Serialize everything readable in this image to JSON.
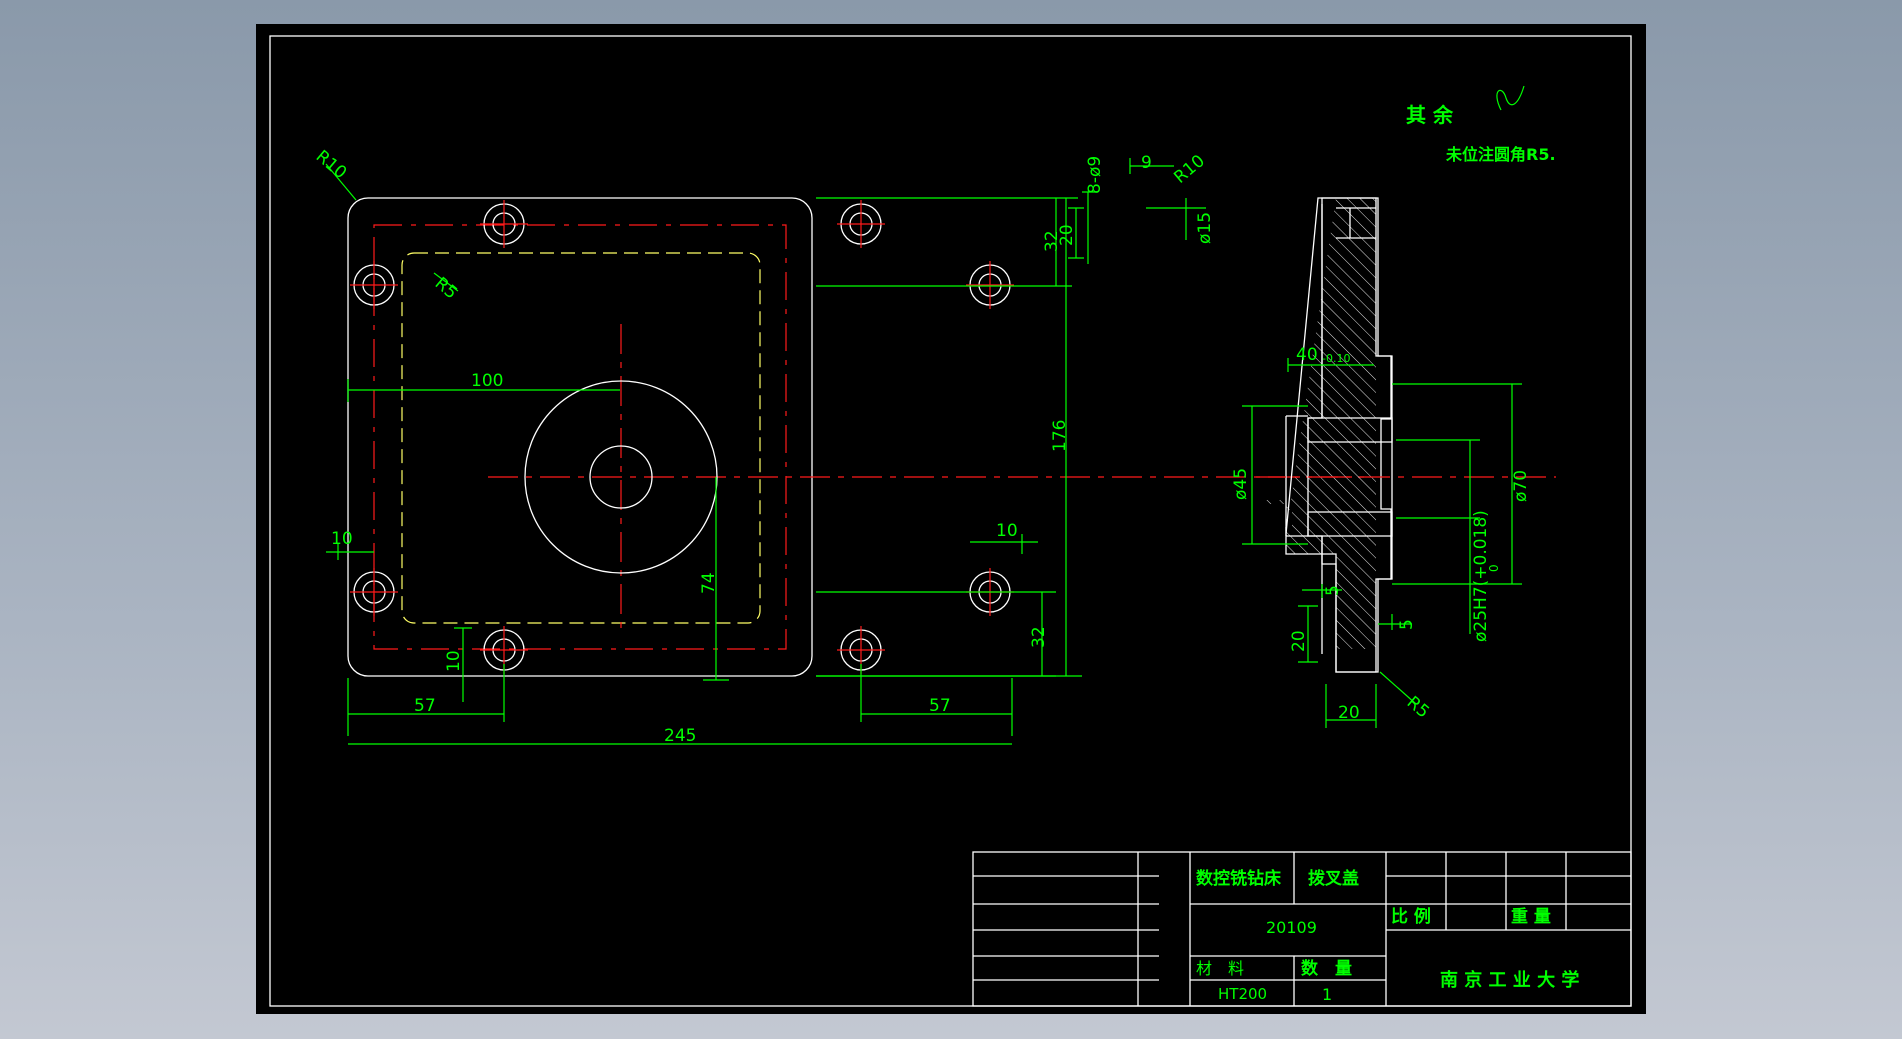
{
  "notes": {
    "surface_rest": "其 余",
    "fillet_note": "未位注圆角R5."
  },
  "front_view": {
    "r10": "R10",
    "r5": "R5",
    "d100": "100",
    "d32_top": "32",
    "d176": "176",
    "d10_left": "10",
    "d10_right": "10",
    "d74": "74",
    "d32_bottom": "32",
    "d10_bottom": "10",
    "d57_left": "57",
    "d57_right": "57",
    "d245": "245"
  },
  "section_view": {
    "holes": "8-ø9",
    "d9": "9",
    "r10": "R10",
    "d20_top": "20",
    "d15": "ø15",
    "d40": "40",
    "tol40": "-0.10",
    "d45": "ø45",
    "d70": "ø70",
    "bore": "ø25H7(+0.018)",
    "bore_tol_low": "0",
    "d5_a": "5",
    "d5_b": "5",
    "d20_bottom": "20",
    "d20_width": "20",
    "r5": "R5"
  },
  "title_block": {
    "machine": "数控铣钻床",
    "part_name": "拨叉盖",
    "drawing_no": "20109",
    "scale_label": "比 例",
    "weight_label": "重 量",
    "material_label": "材　料",
    "quantity_label": "数　量",
    "material": "HT200",
    "quantity": "1",
    "school": "南 京 工 业 大 学"
  },
  "colors": {
    "background": "#000000",
    "outline": "#ffffff",
    "dimension": "#00ff00",
    "centerline": "#ff1a1a",
    "hidden": "#ffff66"
  }
}
